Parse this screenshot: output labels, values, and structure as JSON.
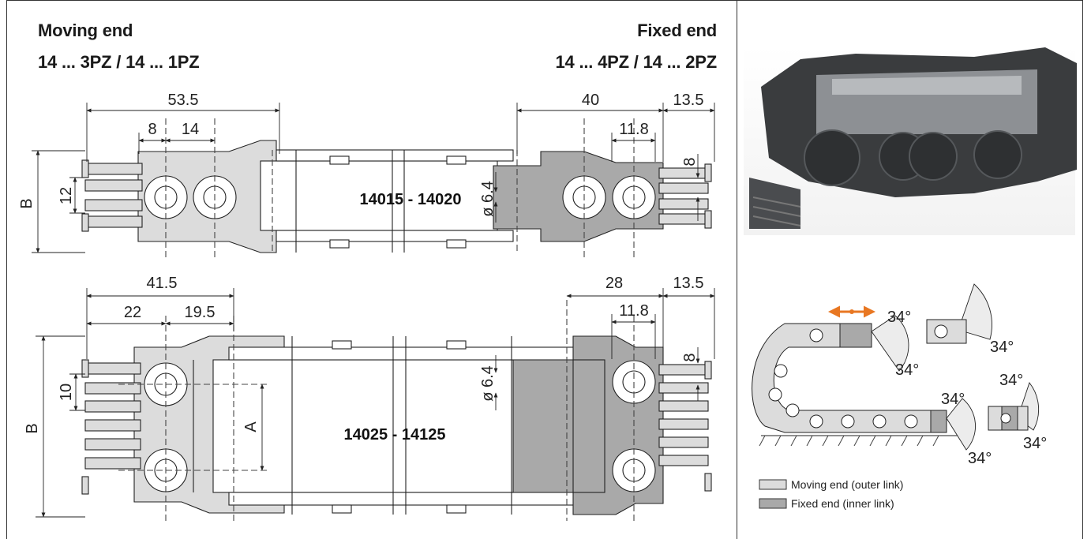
{
  "headings": {
    "moving_end": "Moving end",
    "moving_end_parts": "14 ... 3PZ / 14 ... 1PZ",
    "fixed_end": "Fixed end",
    "fixed_end_parts": "14 ... 4PZ / 14 ... 2PZ"
  },
  "top_drawing": {
    "part_range": "14015 - 14020",
    "dims": {
      "overall_moving": "53.5",
      "hole_offset": "8",
      "hole_pitch": "14",
      "overall_fixed": "40",
      "end_len": "13.5",
      "fixed_hole_pitch": "11.8",
      "slot": "8",
      "height_inner": "12",
      "width_label": "B",
      "bore": "ø 6.4"
    }
  },
  "bottom_drawing": {
    "part_range": "14025 - 14125",
    "dims": {
      "overall_moving": "41.5",
      "hole_offset": "22",
      "hole_pitch": "19.5",
      "overall_fixed": "28",
      "end_len": "13.5",
      "fixed_hole_pitch": "11.8",
      "slot": "8",
      "height_inner": "10",
      "width_label": "B",
      "inner_label": "A",
      "bore": "ø 6.4"
    }
  },
  "angles": {
    "a1": "34°",
    "a2": "34°",
    "a3": "34°",
    "a4": "34°",
    "a5": "34°",
    "a6": "34°",
    "a7": "34°"
  },
  "legend": {
    "moving": "Moving end (outer link)",
    "fixed": "Fixed end (inner link)"
  },
  "colors": {
    "moving_fill": "#dcdcdc",
    "fixed_fill": "#a9a9a9",
    "arrow": "#e87722",
    "photo_dark": "#3a3c3e"
  }
}
